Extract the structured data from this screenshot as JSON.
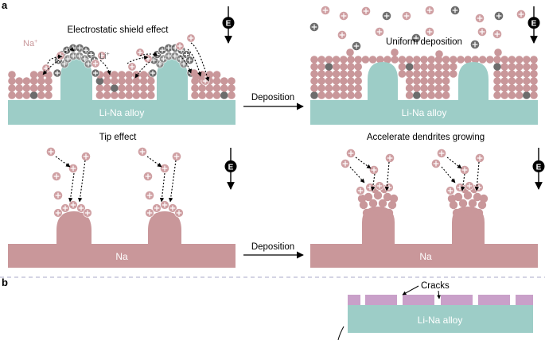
{
  "panel_labels": {
    "a": "a",
    "b": "b"
  },
  "top_left": {
    "title": "Electrostatic shield effect",
    "na_label": "Na",
    "na_sup": "+",
    "li_label": "Li",
    "li_sup": "+",
    "substrate_label": "Li-Na alloy"
  },
  "top_right": {
    "title": "Uniform deposition",
    "substrate_label": "Li-Na alloy"
  },
  "bottom_left": {
    "title": "Tip effect",
    "substrate_label": "Na"
  },
  "bottom_right": {
    "title": "Accelerate dendrites growing",
    "substrate_label": "Na"
  },
  "arrows": {
    "top": "Deposition",
    "bottom": "Deposition"
  },
  "field_symbol": "E",
  "panel_b": {
    "cracks_label": "Cracks",
    "substrate_label": "Li-Na alloy"
  },
  "colors": {
    "teal": "#9dcdc7",
    "na_pink": "#c9979a",
    "ion_pink": "#cf9fa2",
    "li_gray": "#6d6d6d",
    "crack_purple": "#c9a0c9",
    "divider": "#a9a9c9"
  }
}
